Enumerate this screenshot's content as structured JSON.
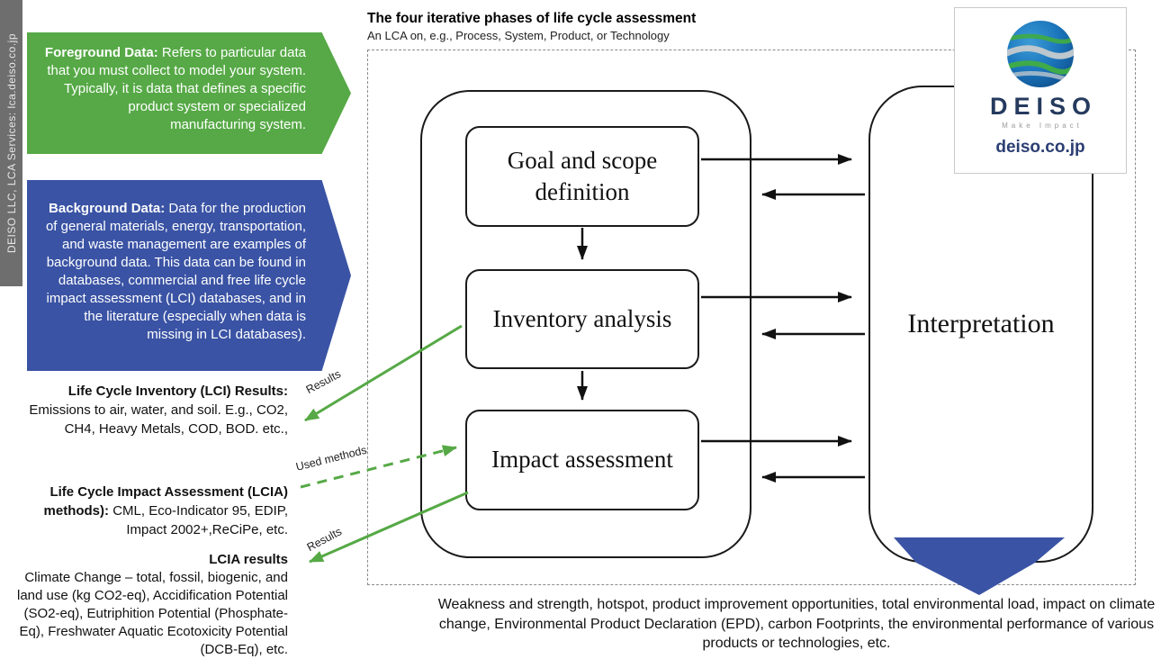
{
  "sidebar": {
    "text": "DEISO LLC, LCA Services: lca.deiso.co.jp"
  },
  "foreground": {
    "title": "Foreground Data:",
    "body": "Refers to particular data that you must collect to model your system. Typically, it is data that defines a specific product system or specialized manufacturing system."
  },
  "background": {
    "title": "Background  Data:",
    "body": "Data for the production of general materials, energy, transportation, and waste management are examples of background data. This data can be found in databases, commercial and free life cycle impact assessment (LCI) databases,  and in the literature (especially when data is missing in LCI databases)."
  },
  "lci_results": {
    "title": "Life Cycle Inventory (LCI) Results:",
    "body": "Emissions to air, water, and soil. E.g., CO2, CH4, Heavy Metals, COD, BOD. etc.,"
  },
  "lcia_methods": {
    "title": "Life Cycle Impact Assessment (LCIA) methods):",
    "body": "CML, Eco-Indicator 95, EDIP, Impact 2002+,ReCiPe, etc."
  },
  "lcia_results": {
    "title": "LCIA results",
    "body": "Climate Change – total, fossil, biogenic, and land use (kg CO2-eq), Accidification Potential (SO2-eq), Eutriphition Potential (Phosphate-Eq), Freshwater Aquatic Ecotoxicity Potential  (DCB-Eq), etc."
  },
  "diagram": {
    "title": "The four iterative phases of life cycle assessment",
    "subtitle": "An LCA on, e.g., Process, System, Product, or Technology",
    "phases": [
      "Goal and scope definition",
      "Inventory analysis",
      "Impact assessment"
    ],
    "interpretation": "Interpretation",
    "arrow_labels": {
      "results_upper": "Results",
      "used_methods": "Used methods",
      "results_lower": "Results"
    }
  },
  "logo": {
    "brand": "DEISO",
    "tagline": "Make Impact",
    "url": "deiso.co.jp"
  },
  "footer": {
    "text": "Weakness and strength, hotspot, product improvement opportunities, total environmental load, impact on climate change, Environmental Product Declaration (EPD), carbon Footprints, the environmental performance of various products or technologies, etc."
  },
  "colors": {
    "foreground_green": "#56a946",
    "background_blue": "#3a53a4",
    "sidebar_gray": "#6e6e6e",
    "arrow_green": "#56a946",
    "arrow_blue": "#3a53a4"
  }
}
